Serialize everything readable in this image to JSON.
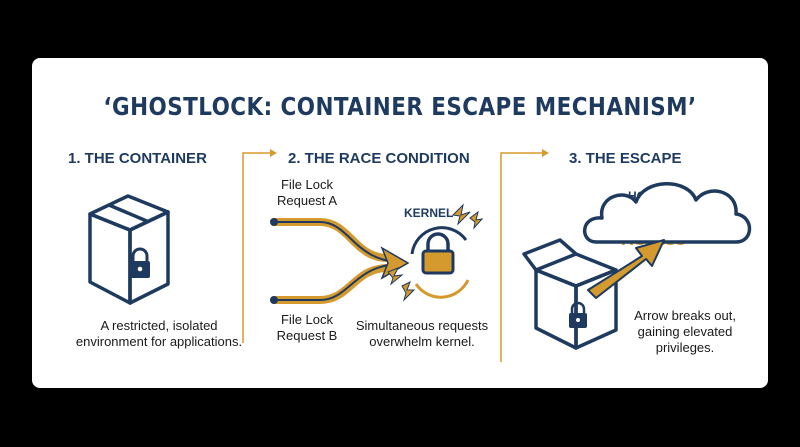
{
  "title": "‘GHOSTLOCK: CONTAINER ESCAPE MECHANISM’",
  "colors": {
    "navy": "#1e3a5f",
    "gold": "#d59a2e",
    "background": "#000000",
    "card": "#ffffff"
  },
  "sections": {
    "container": {
      "heading": "1. THE CONTAINER",
      "description_line1": "A restricted, isolated",
      "description_line2": "environment for applications.",
      "icons": [
        "box-icon",
        "padlock-icon"
      ]
    },
    "race": {
      "heading": "2. THE RACE CONDITION",
      "request_a_line1": "File Lock",
      "request_a_line2": "Request A",
      "request_b_line1": "File Lock",
      "request_b_line2": "Request B",
      "kernel_label": "KERNEL",
      "description_line1": "Simultaneous requests",
      "description_line2": "overwhelm kernel.",
      "icons": [
        "merging-arrows-icon",
        "kernel-lock-icon",
        "lightning-icon"
      ]
    },
    "escape": {
      "heading": "3. THE ESCAPE",
      "host_label": "HOST OS",
      "root_label": "ROOT ACCESS",
      "description_line1": "Arrow breaks out,",
      "description_line2": "gaining elevated",
      "description_line3": "privileges.",
      "icons": [
        "cloud-icon",
        "open-box-icon",
        "escape-arrow-icon",
        "padlock-icon"
      ]
    }
  }
}
